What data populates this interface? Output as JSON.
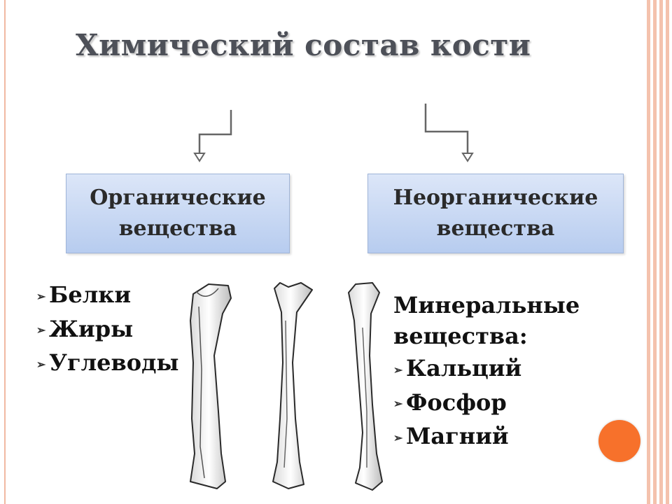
{
  "title": "Химический состав кости",
  "branches": [
    {
      "line1": "Органические",
      "line2": "вещества",
      "items": [
        "Белки",
        "Жиры",
        "Углеводы"
      ]
    },
    {
      "line1": "Неорганические",
      "line2": "вещества",
      "heading1": "Минеральные",
      "heading2": "вещества:",
      "items": [
        "Кальций",
        "Фосфор",
        "Магний"
      ]
    }
  ],
  "colors": {
    "box_top": "#dce6f8",
    "box_bottom": "#b7ccef",
    "accent_circle": "#f7712b",
    "border_stripes": "#f4c2ad",
    "title": "#4d5058"
  },
  "icons": {
    "bullet": "arrowhead-bullet-icon",
    "decor": "orange-circle-icon"
  }
}
